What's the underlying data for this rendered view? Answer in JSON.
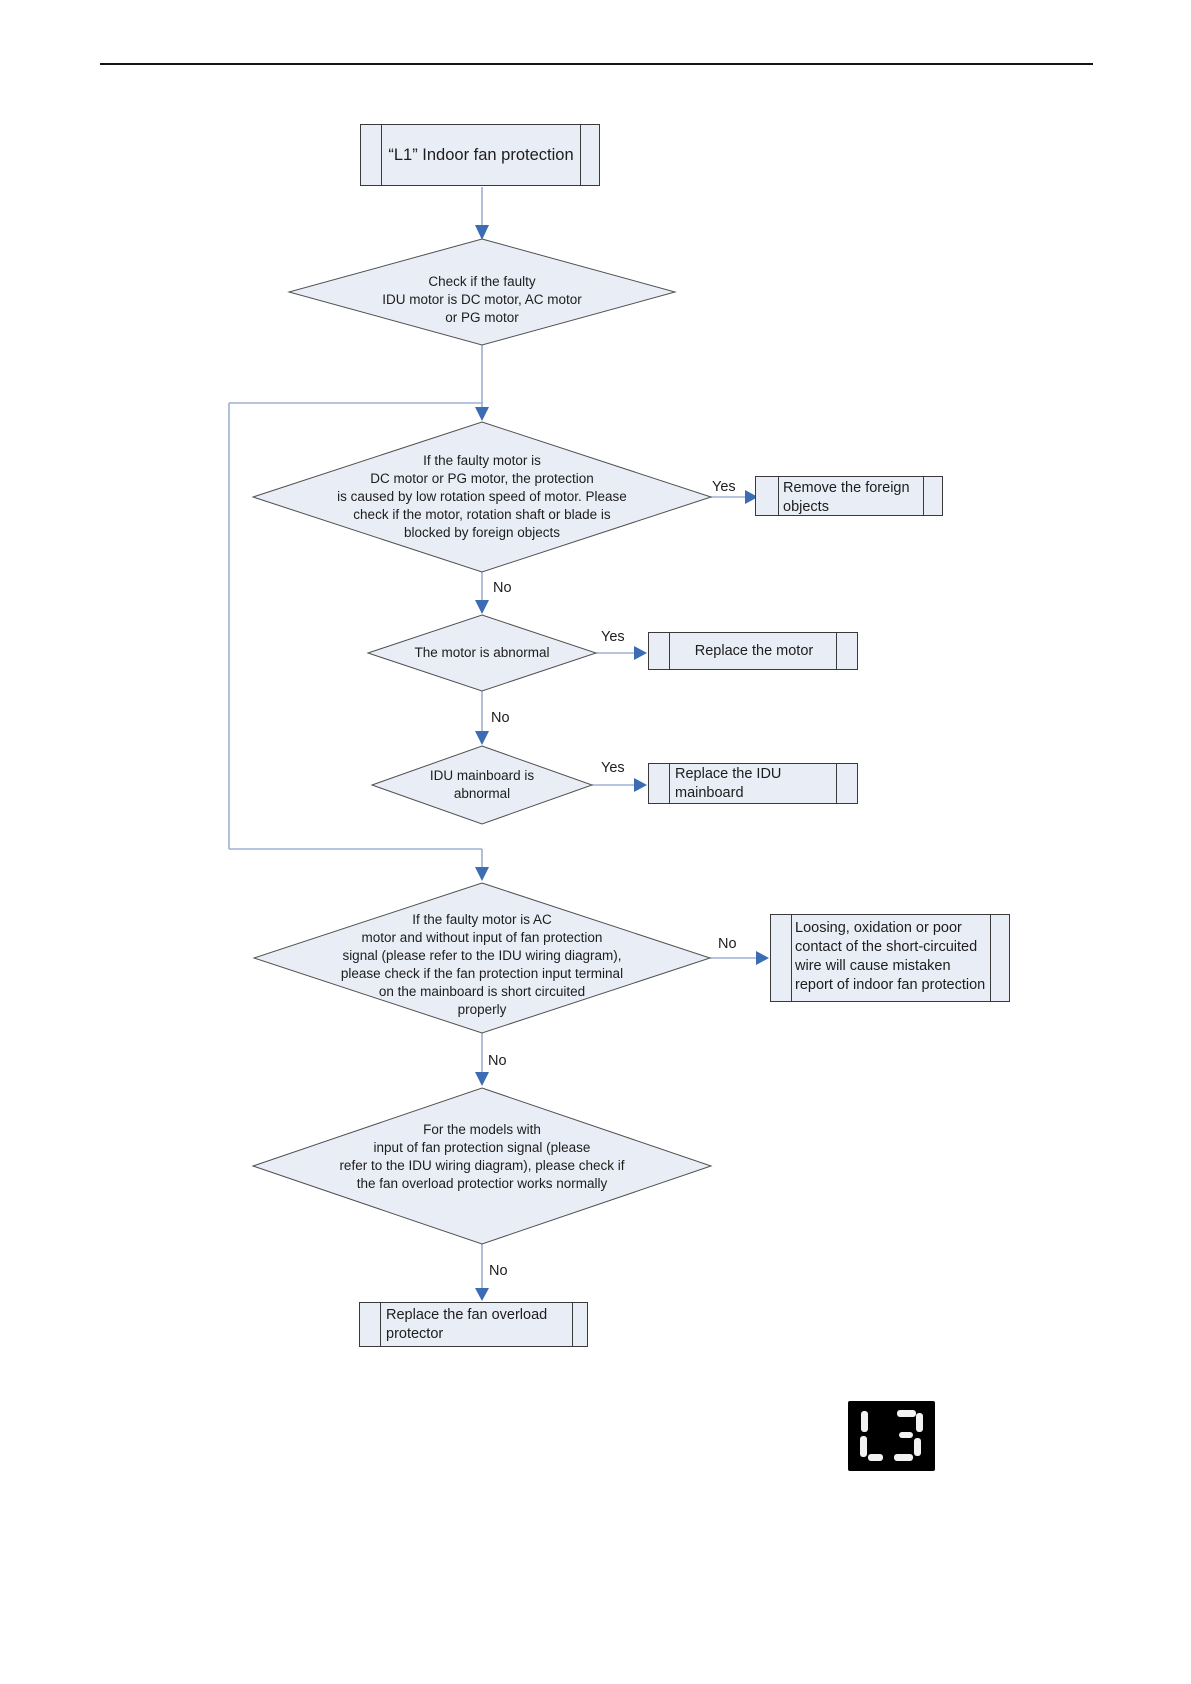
{
  "colors": {
    "shape_fill": "#e9edf6",
    "shape_border": "#3a3a3a",
    "connector_line": "#9db1d2",
    "arrow_head": "#3c6cb4",
    "text": "#1d1d1d",
    "display_bg": "#000000",
    "display_segment": "#f2f2f2"
  },
  "flowchart": {
    "start": {
      "label": "“L1” Indoor fan protection"
    },
    "decisions": {
      "motor_type": {
        "text": "Check if the faulty\nIDU motor is DC motor, AC motor\nor PG motor"
      },
      "dc_pg": {
        "text": "If the faulty motor is\nDC motor or PG motor, the protection\nis caused by low rotation speed of motor. Please\ncheck if the motor, rotation shaft or blade is\nblocked by foreign objects"
      },
      "motor_abnormal": {
        "text": "The motor is abnormal"
      },
      "mainboard_abnormal": {
        "text": "IDU mainboard is\nabnormal"
      },
      "ac_no_signal": {
        "text": "If the faulty motor is AC\nmotor and without input of fan protection\nsignal (please refer to the IDU wiring diagram),\nplease check if the fan protection input terminal\non the mainboard is short circuited\nproperly"
      },
      "with_signal": {
        "text": "For the models with\ninput of fan protection signal (please\nrefer to the IDU wiring diagram), please check if\nthe fan overload protectior works normally"
      }
    },
    "actions": {
      "remove_objects": {
        "text": "Remove the foreign\nobjects"
      },
      "replace_motor": {
        "text": "Replace the motor"
      },
      "replace_mainboard": {
        "text": "Replace the IDU\nmainboard"
      },
      "short_circuit_note": {
        "text": "Loosing, oxidation or poor\ncontact of the short-circuited\nwire will cause mistaken\nreport of indoor fan protection"
      },
      "replace_protector": {
        "text": "Replace the fan overload\nprotector"
      }
    },
    "edges": {
      "dcpg_yes": "Yes",
      "dcpg_no": "No",
      "motor_yes": "Yes",
      "motor_no": "No",
      "mainboard_yes": "Yes",
      "ac_no_right": "No",
      "ac_no_down": "No",
      "signal_no": "No"
    }
  },
  "display": {
    "value": "L3"
  }
}
